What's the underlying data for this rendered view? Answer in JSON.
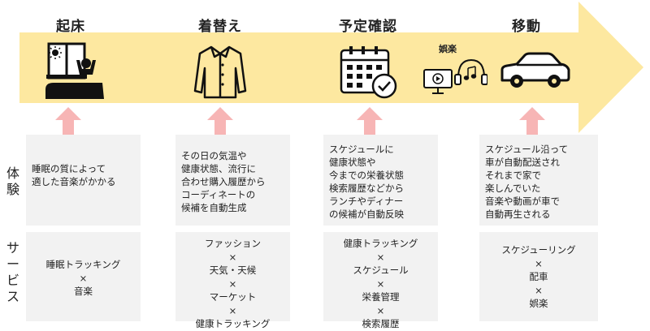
{
  "colors": {
    "arrow_fill": "#fde8a0",
    "up_arrow": "#f7b5b5",
    "card_bg": "#f2f2f2"
  },
  "side_labels": {
    "experience": "体験",
    "service": "サービス"
  },
  "stages": [
    {
      "title": "起床",
      "icon": "waking-person-icon",
      "experience": [
        "睡眠の質によって",
        "適した音楽がかかる"
      ],
      "service": [
        "睡眠トラッキング",
        "×",
        "音楽"
      ]
    },
    {
      "title": "着替え",
      "icon": "shirt-icon",
      "experience": [
        "その日の気温や",
        "健康状態、流行に",
        "合わせ購入履歴から",
        "コーディネートの",
        "候補を自動生成"
      ],
      "service": [
        "ファッション",
        "×",
        "天気・天候",
        "×",
        "マーケット",
        "×",
        "健康トラッキング"
      ]
    },
    {
      "title": "予定確認",
      "icon": "calendar-check-icon",
      "experience": [
        "スケジュールに",
        "健康状態や",
        "今までの栄養状態",
        "検索履歴などから",
        "ランチやディナー",
        "の候補が自動反映"
      ],
      "service": [
        "健康トラッキング",
        "×",
        "スケジュール",
        "×",
        "栄養管理",
        "×",
        "検索履歴"
      ]
    },
    {
      "title": "移動",
      "icon": "car-icon",
      "sub_label": "娯楽",
      "experience": [
        "スケジュール沿って",
        "車が自動配送され",
        "それまで家で",
        "楽しんでいた",
        "音楽や動画が車で",
        "自動再生される"
      ],
      "service": [
        "スケジューリング",
        "×",
        "配車",
        "×",
        "娯楽"
      ]
    }
  ]
}
